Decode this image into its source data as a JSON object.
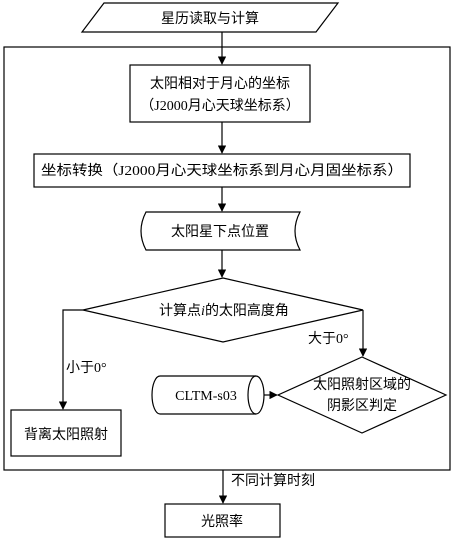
{
  "flowchart": {
    "start": "星历读取与计算",
    "sun_selenocentric_line1": "太阳相对于月心的坐标",
    "sun_selenocentric_line2": "（J2000月心天球坐标系）",
    "coord_transform": "坐标转换（J2000月心天球坐标系到月心月固坐标系）",
    "subsolar_point": "太阳星下点位置",
    "elevation_decision_prefix": "计算点",
    "elevation_decision_var": "i",
    "elevation_decision_suffix": "的太阳高度角",
    "branch_less": "小于0°",
    "branch_greater": "大于0°",
    "dem_data": "CLTM-s03",
    "shadow_check_line1": "太阳照射区域的",
    "shadow_check_line2": "阴影区判定",
    "away_from_sun": "背离太阳照射",
    "loop_label": "不同计算时刻",
    "illumination_rate": "光照率"
  }
}
